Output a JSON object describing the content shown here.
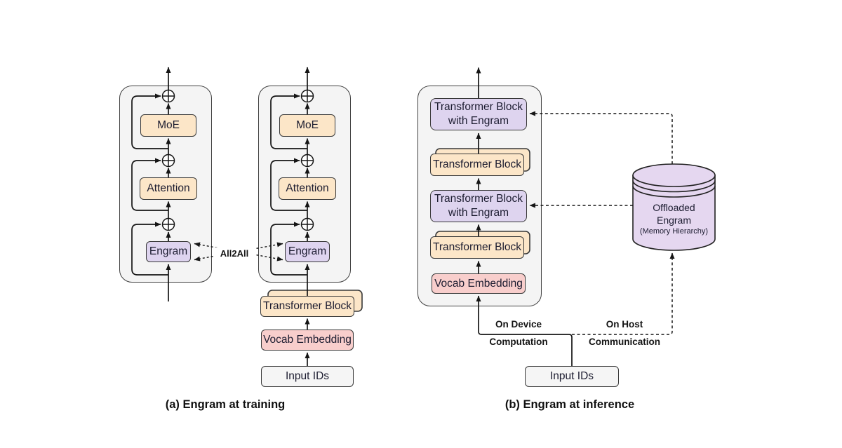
{
  "figure": {
    "caption_a": "(a) Engram at training",
    "caption_b": "(b) Engram at inference"
  },
  "training": {
    "left_stack": {
      "moe": "MoE",
      "attention": "Attention",
      "engram": "Engram"
    },
    "right_stack": {
      "moe": "MoE",
      "attention": "Attention",
      "engram": "Engram"
    },
    "all2all": "All2All",
    "transformer_block": "Transformer Block",
    "vocab_embedding": "Vocab Embedding",
    "input_ids": "Input IDs"
  },
  "inference": {
    "block_top": "Transformer Block with Engram",
    "block_upper": "Transformer Block",
    "block_mid": "Transformer Block with Engram",
    "block_lower": "Transformer Block",
    "vocab_embedding": "Vocab Embedding",
    "input_ids": "Input IDs",
    "on_device": {
      "line1": "On Device",
      "line2": "Computation"
    },
    "on_host": {
      "line1": "On Host",
      "line2": "Communication"
    },
    "offloaded": {
      "line1": "Offloaded",
      "line2": "Engram",
      "line3": "(Memory Hierarchy)"
    }
  },
  "colors": {
    "box_peach": "#fce6c8",
    "box_purple": "#ded4ef",
    "box_pink": "#f8cecc",
    "box_gray": "#f5f5f5",
    "panel_gray": "#f4f4f4",
    "cylinder_purple": "#e5d7f0",
    "line": "#151515"
  }
}
